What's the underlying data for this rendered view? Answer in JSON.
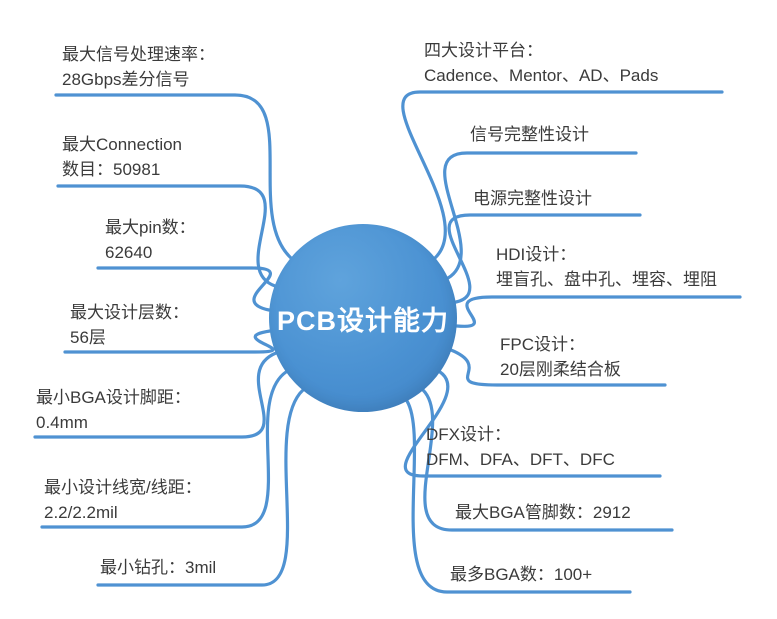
{
  "center": {
    "label": "PCB设计能力",
    "node_color": "#4a91d2",
    "branch_color": "#4f92d2"
  },
  "left_branches": [
    {
      "line1": "最大信号处理速率：",
      "line2": "28Gbps差分信号"
    },
    {
      "line1": "最大Connection",
      "line2": "数目：50981"
    },
    {
      "line1": "最大pin数：",
      "line2": "62640"
    },
    {
      "line1": "最大设计层数：",
      "line2": "56层"
    },
    {
      "line1": "最小BGA设计脚距：",
      "line2": "0.4mm"
    },
    {
      "line1": "最小设计线宽/线距：",
      "line2": "2.2/2.2mil"
    },
    {
      "line1": "最小钻孔：3mil"
    }
  ],
  "right_branches": [
    {
      "line1": "四大设计平台：",
      "line2": "Cadence、Mentor、AD、Pads"
    },
    {
      "line1": "信号完整性设计"
    },
    {
      "line1": "电源完整性设计"
    },
    {
      "line1": "HDI设计：",
      "line2": "埋盲孔、盘中孔、埋容、埋阻"
    },
    {
      "line1": "FPC设计：",
      "line2": "20层刚柔结合板"
    },
    {
      "line1": "DFX设计：",
      "line2": "DFM、DFA、DFT、DFC"
    },
    {
      "line1": "最大BGA管脚数：2912"
    },
    {
      "line1": "最多BGA数：100+"
    }
  ]
}
